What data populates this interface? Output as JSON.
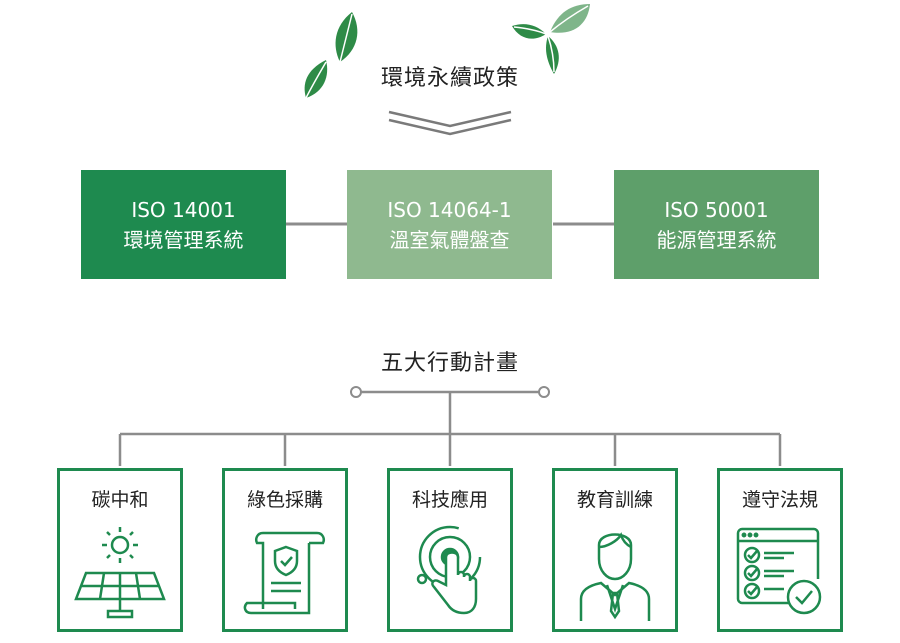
{
  "policy_title": "環境永續政策",
  "iso_boxes": [
    {
      "code": "ISO 14001",
      "name": "環境管理系統",
      "color": "#1e8a4f"
    },
    {
      "code": "ISO 14064-1",
      "name": "溫室氣體盤查",
      "color": "#8fb98f"
    },
    {
      "code": "ISO 50001",
      "name": "能源管理系統",
      "color": "#5e9f6a"
    }
  ],
  "plan_title": "五大行動計畫",
  "actions": [
    {
      "label": "碳中和",
      "icon": "solar-panel-icon"
    },
    {
      "label": "綠色採購",
      "icon": "certificate-scroll-icon"
    },
    {
      "label": "科技應用",
      "icon": "touch-tech-icon"
    },
    {
      "label": "教育訓練",
      "icon": "instructor-icon"
    },
    {
      "label": "遵守法規",
      "icon": "checklist-icon"
    }
  ],
  "colors": {
    "accent": "#1e8a4f",
    "line": "#8c8c8c",
    "leaf": "#2e8b47"
  }
}
